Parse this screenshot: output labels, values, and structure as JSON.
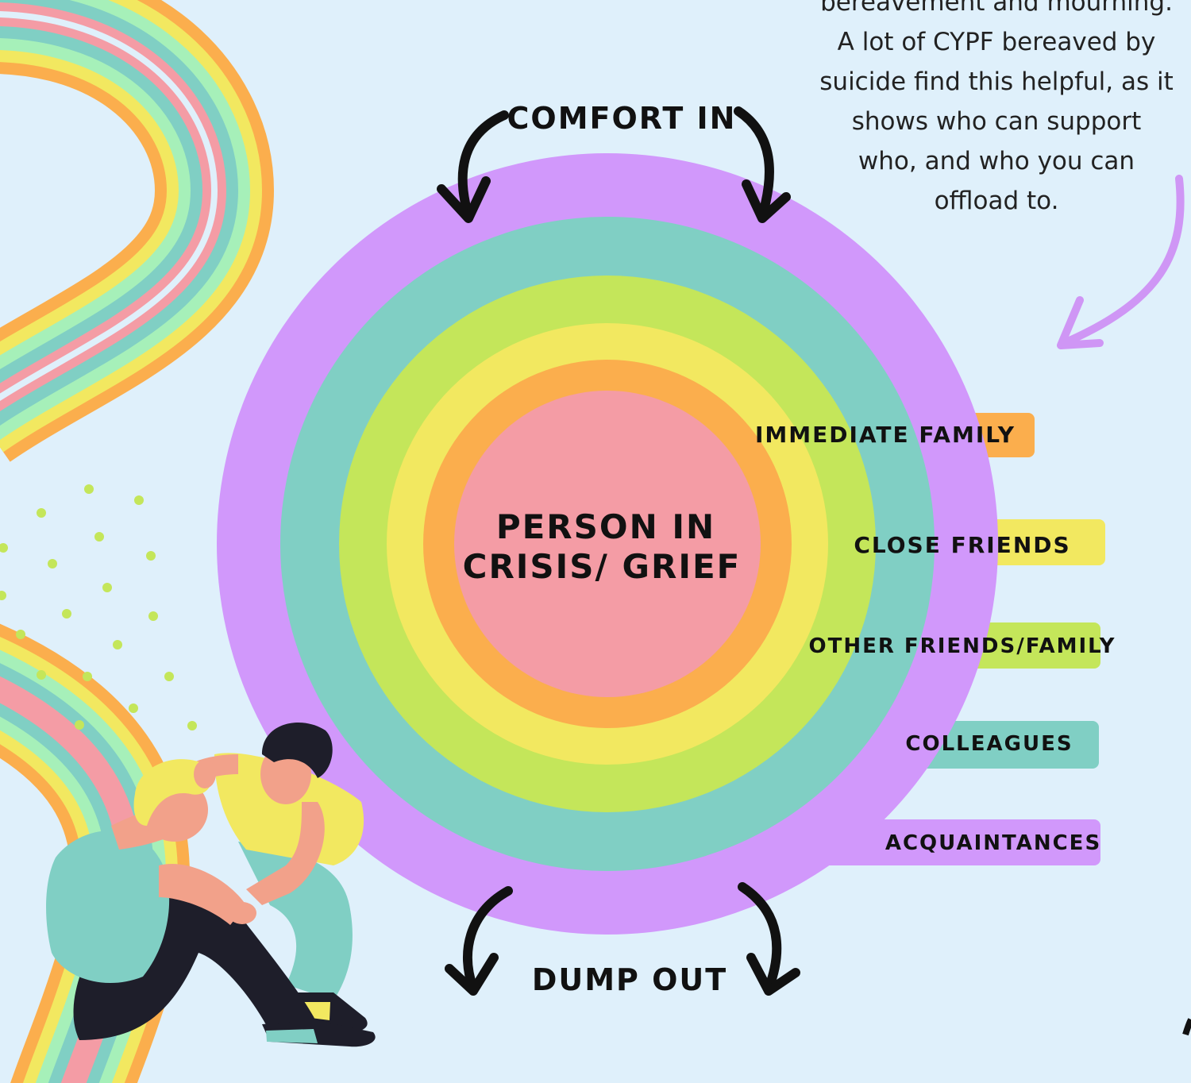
{
  "intro_lines": [
    "bereavement and mourning.",
    "A lot of CYPF bereaved by",
    "suicide find this helpful, as it",
    "shows who can support",
    "who, and who you can",
    "offload to."
  ],
  "top_label": "COMFORT IN",
  "bottom_label": "DUMP OUT",
  "center_label_lines": [
    "PERSON IN",
    "CRISIS/ GRIEF"
  ],
  "rings": [
    {
      "label": "ACQUAINTANCES",
      "color": "#d198fb"
    },
    {
      "label": "COLLEAGUES",
      "color": "#80cfc4"
    },
    {
      "label": "OTHER FRIENDS/FAMILY",
      "color": "#c4e65a"
    },
    {
      "label": "CLOSE FRIENDS",
      "color": "#f2e860"
    },
    {
      "label": "IMMEDIATE FAMILY",
      "color": "#fbae4d"
    }
  ],
  "center_color": "#f49ca5",
  "rainbow_colors": [
    "#fbae4d",
    "#f2e860",
    "#a6f0b9",
    "#80cfc4",
    "#f49ca5"
  ],
  "dot_color": "#c4e65a",
  "accent_arrow_color": "#cf96f5"
}
